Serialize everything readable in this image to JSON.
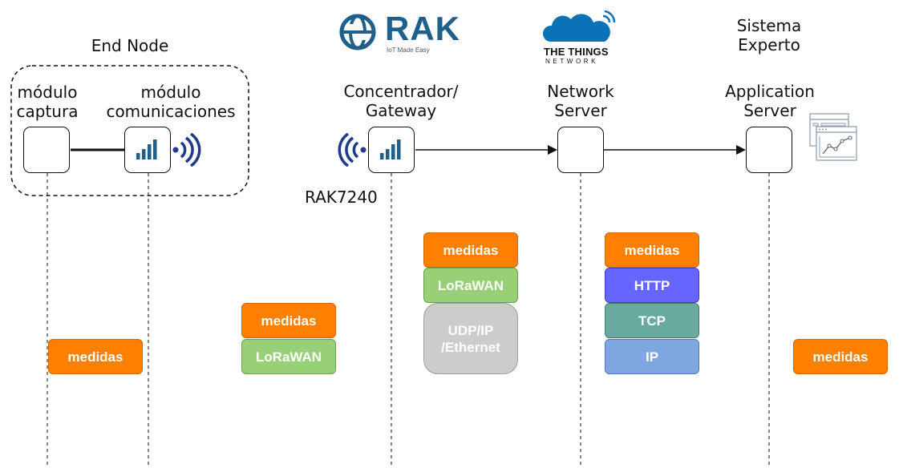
{
  "colors": {
    "orange": "#ff8000",
    "green": "#97d077",
    "gray": "#cccccc",
    "purple": "#6666ff",
    "teal": "#67ab9f",
    "blue": "#7ea6e0",
    "rak_blue": "#1f5f8b",
    "ttn_blue": "#0a72b8"
  },
  "end_node": {
    "title": "End Node",
    "capture_label": "módulo\ncaptura",
    "comms_label": "módulo\ncomunicaciones"
  },
  "rak_logo": {
    "name": "RAK",
    "tagline": "IoT Made Easy"
  },
  "ttn_logo": {
    "line1": "THE THINGS",
    "line2": "NETWORK"
  },
  "sistema_experto": "Sistema\nExperto",
  "gateway": {
    "label": "Concentrador/\nGateway",
    "model": "RAK7240"
  },
  "network_server": {
    "label": "Network\nServer"
  },
  "application_server": {
    "label": "Application\nServer"
  },
  "stacks": {
    "capture": [
      "medidas"
    ],
    "end_node_comms": [
      "medidas",
      "LoRaWAN"
    ],
    "gateway": [
      "medidas",
      "LoRaWAN",
      "UDP/IP\n/Ethernet"
    ],
    "network_server": [
      "medidas",
      "HTTP",
      "TCP",
      "IP"
    ],
    "application_server": [
      "medidas"
    ]
  },
  "icons": {
    "signal_bars": "signal-bars-icon",
    "radio_waves": "radio-waves-icon",
    "dashboard": "dashboard-chart-icon",
    "arrow": "arrow-right-icon"
  }
}
